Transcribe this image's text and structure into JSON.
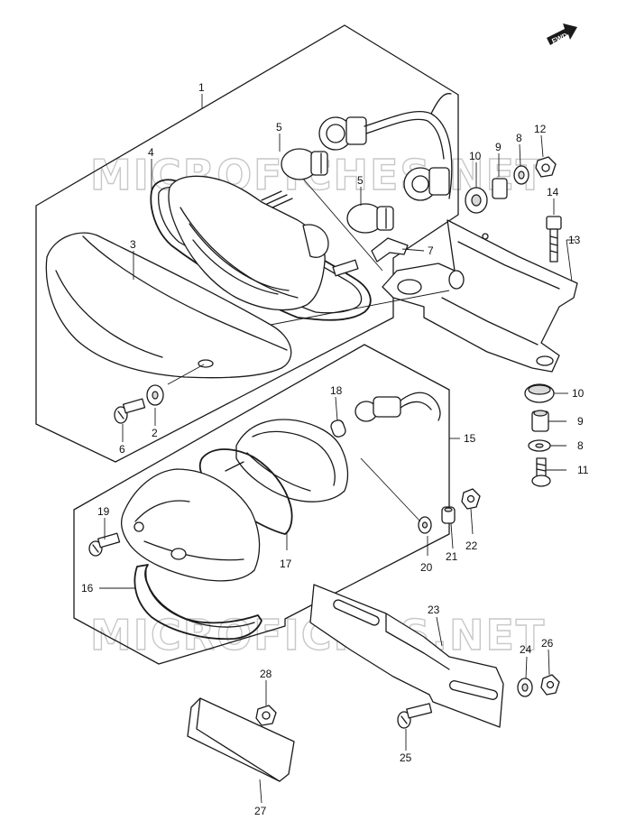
{
  "watermark": {
    "text": "MICROFICHES.NET"
  },
  "fwd_badge": {
    "text": "FWD"
  },
  "callouts": [
    {
      "id": "c1",
      "label": "1"
    },
    {
      "id": "c3",
      "label": "3"
    },
    {
      "id": "c4",
      "label": "4"
    },
    {
      "id": "c5a",
      "label": "5"
    },
    {
      "id": "c5b",
      "label": "5"
    },
    {
      "id": "c7",
      "label": "7"
    },
    {
      "id": "c10a",
      "label": "10"
    },
    {
      "id": "c9a",
      "label": "9"
    },
    {
      "id": "c8a",
      "label": "8"
    },
    {
      "id": "c12",
      "label": "12"
    },
    {
      "id": "c14",
      "label": "14"
    },
    {
      "id": "c13",
      "label": "13"
    },
    {
      "id": "c2",
      "label": "2"
    },
    {
      "id": "c6",
      "label": "6"
    },
    {
      "id": "c18",
      "label": "18"
    },
    {
      "id": "c15",
      "label": "15"
    },
    {
      "id": "c10b",
      "label": "10"
    },
    {
      "id": "c9b",
      "label": "9"
    },
    {
      "id": "c8b",
      "label": "8"
    },
    {
      "id": "c11",
      "label": "11"
    },
    {
      "id": "c19",
      "label": "19"
    },
    {
      "id": "c17",
      "label": "17"
    },
    {
      "id": "c16",
      "label": "16"
    },
    {
      "id": "c20",
      "label": "20"
    },
    {
      "id": "c21",
      "label": "21"
    },
    {
      "id": "c22",
      "label": "22"
    },
    {
      "id": "c23",
      "label": "23"
    },
    {
      "id": "c24",
      "label": "24"
    },
    {
      "id": "c26",
      "label": "26"
    },
    {
      "id": "c28",
      "label": "28"
    },
    {
      "id": "c25",
      "label": "25"
    },
    {
      "id": "c27",
      "label": "27"
    }
  ]
}
